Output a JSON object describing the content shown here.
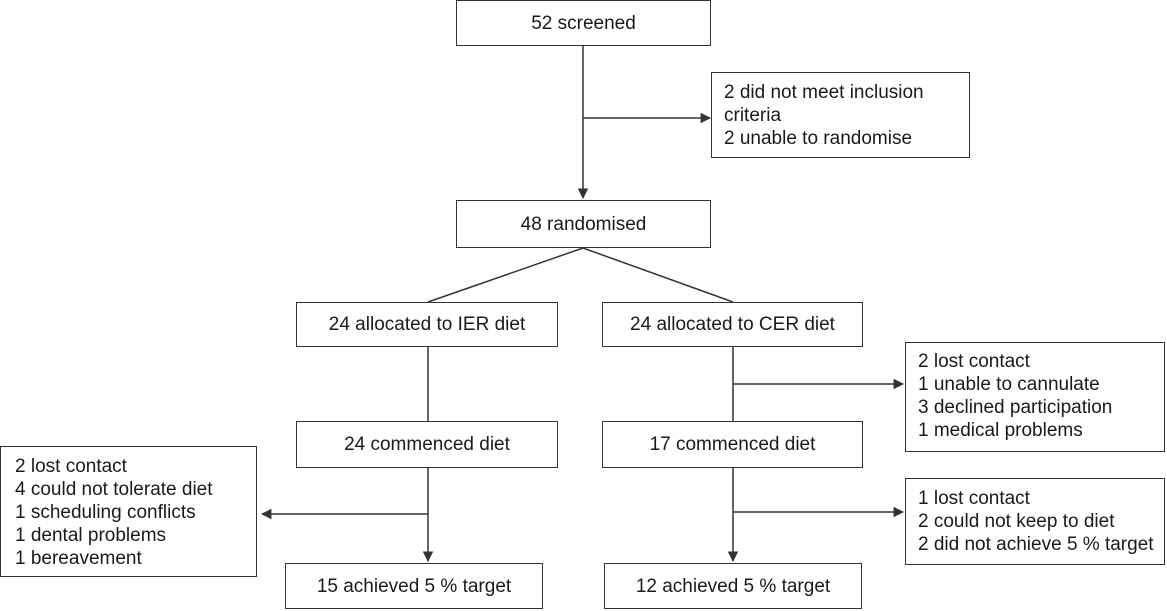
{
  "flowchart": {
    "screened": "52 screened",
    "excluded_screening": [
      "2 did not meet inclusion",
      "criteria",
      "2 unable to randomise"
    ],
    "randomised": "48 randomised",
    "ier": {
      "allocated": "24 allocated to IER diet",
      "commenced": "24 commenced diet",
      "dropouts": [
        "2 lost contact",
        "4 could not tolerate diet",
        "1 scheduling conflicts",
        "1 dental problems",
        "1 bereavement"
      ],
      "achieved": "15 achieved 5 % target"
    },
    "cer": {
      "allocated": "24 allocated to CER diet",
      "not_commenced": [
        "2 lost contact",
        "1 unable to cannulate",
        "3 declined participation",
        "1 medical problems"
      ],
      "commenced": "17 commenced diet",
      "dropouts": [
        "1 lost contact",
        "2 could not keep to diet",
        "2 did not achieve 5 % target"
      ],
      "achieved": "12 achieved 5 % target"
    }
  },
  "colors": {
    "line": "#333333",
    "text": "#1a1a1a",
    "background": "#ffffff"
  }
}
